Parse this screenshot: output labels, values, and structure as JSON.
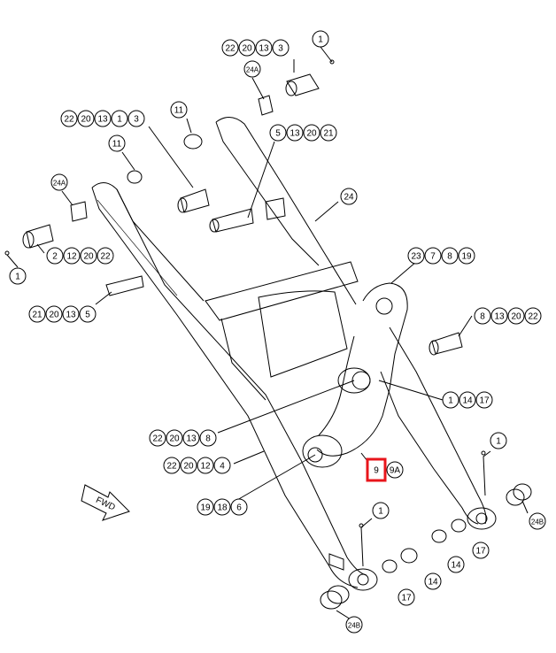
{
  "diagram": {
    "fwd_label": "FWD",
    "callouts": [
      {
        "id": "g1",
        "labels": [
          "22",
          "20",
          "13",
          "3"
        ]
      },
      {
        "id": "g2",
        "labels": [
          "1"
        ]
      },
      {
        "id": "g3",
        "labels": [
          "24A"
        ]
      },
      {
        "id": "g4",
        "labels": [
          "22",
          "20",
          "13",
          "1",
          "3"
        ]
      },
      {
        "id": "g5",
        "labels": [
          "11"
        ]
      },
      {
        "id": "g6",
        "labels": [
          "5",
          "13",
          "20",
          "21"
        ]
      },
      {
        "id": "g7",
        "labels": [
          "11"
        ]
      },
      {
        "id": "g8",
        "labels": [
          "24A"
        ]
      },
      {
        "id": "g9",
        "labels": [
          "24"
        ]
      },
      {
        "id": "g10",
        "labels": [
          "2",
          "12",
          "20",
          "22"
        ]
      },
      {
        "id": "g11",
        "labels": [
          "1"
        ]
      },
      {
        "id": "g12",
        "labels": [
          "23",
          "7",
          "8",
          "19"
        ]
      },
      {
        "id": "g13",
        "labels": [
          "21",
          "20",
          "13",
          "5"
        ]
      },
      {
        "id": "g14",
        "labels": [
          "8",
          "13",
          "20",
          "22"
        ]
      },
      {
        "id": "g15",
        "labels": [
          "1",
          "14",
          "17"
        ]
      },
      {
        "id": "g16",
        "labels": [
          "22",
          "20",
          "13",
          "8"
        ]
      },
      {
        "id": "g17",
        "labels": [
          "1"
        ]
      },
      {
        "id": "g18",
        "labels": [
          "22",
          "20",
          "12",
          "4"
        ]
      },
      {
        "id": "g19",
        "labels": [
          "9"
        ],
        "highlight": true
      },
      {
        "id": "g20",
        "labels": [
          "9A"
        ]
      },
      {
        "id": "g21",
        "labels": [
          "19",
          "18",
          "6"
        ]
      },
      {
        "id": "g22",
        "labels": [
          "24B"
        ]
      },
      {
        "id": "g23",
        "labels": [
          "1"
        ]
      },
      {
        "id": "g24",
        "labels": [
          "14"
        ]
      },
      {
        "id": "g25",
        "labels": [
          "17"
        ]
      },
      {
        "id": "g26",
        "labels": [
          "14"
        ]
      },
      {
        "id": "g27",
        "labels": [
          "17"
        ]
      },
      {
        "id": "g28",
        "labels": [
          "24B"
        ]
      }
    ],
    "highlight_color": "#e8151b"
  }
}
